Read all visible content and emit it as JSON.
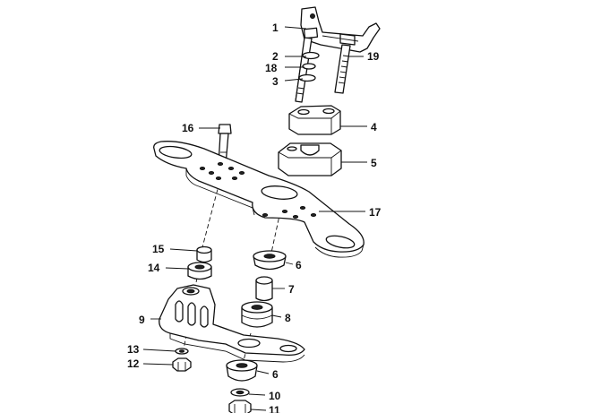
{
  "callouts": [
    {
      "id": "c1",
      "number": "1"
    },
    {
      "id": "c2",
      "number": "2"
    },
    {
      "id": "c18",
      "number": "18"
    },
    {
      "id": "c3",
      "number": "3"
    },
    {
      "id": "c19",
      "number": "19"
    },
    {
      "id": "c4",
      "number": "4"
    },
    {
      "id": "c16",
      "number": "16"
    },
    {
      "id": "c5",
      "number": "5"
    },
    {
      "id": "c17",
      "number": "17"
    },
    {
      "id": "c15",
      "number": "15"
    },
    {
      "id": "c14",
      "number": "14"
    },
    {
      "id": "c6a",
      "number": "6"
    },
    {
      "id": "c7",
      "number": "7"
    },
    {
      "id": "c9",
      "number": "9"
    },
    {
      "id": "c8",
      "number": "8"
    },
    {
      "id": "c13",
      "number": "13"
    },
    {
      "id": "c12",
      "number": "12"
    },
    {
      "id": "c6b",
      "number": "6"
    },
    {
      "id": "c10",
      "number": "10"
    },
    {
      "id": "c11",
      "number": "11"
    }
  ]
}
